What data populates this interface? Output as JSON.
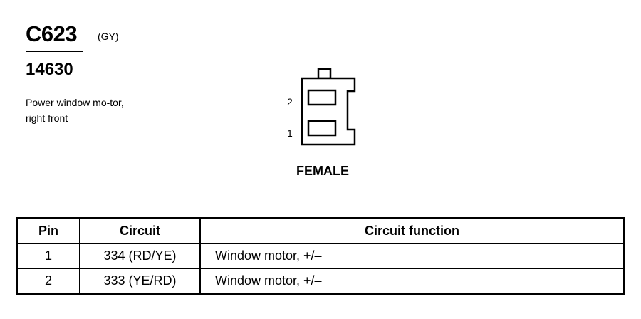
{
  "header": {
    "connector_id": "C623",
    "color_code": "(GY)",
    "part_number": "14630",
    "description": "Power window mo-tor, right front"
  },
  "diagram": {
    "pin_labels": [
      "2",
      "1"
    ],
    "gender": "FEMALE"
  },
  "table": {
    "headers": {
      "pin": "Pin",
      "circuit": "Circuit",
      "function": "Circuit function"
    },
    "rows": [
      {
        "pin": "1",
        "circuit": "334 (RD/YE)",
        "function": "Window motor, +/–"
      },
      {
        "pin": "2",
        "circuit": "333 (YE/RD)",
        "function": "Window motor, +/–"
      }
    ]
  }
}
